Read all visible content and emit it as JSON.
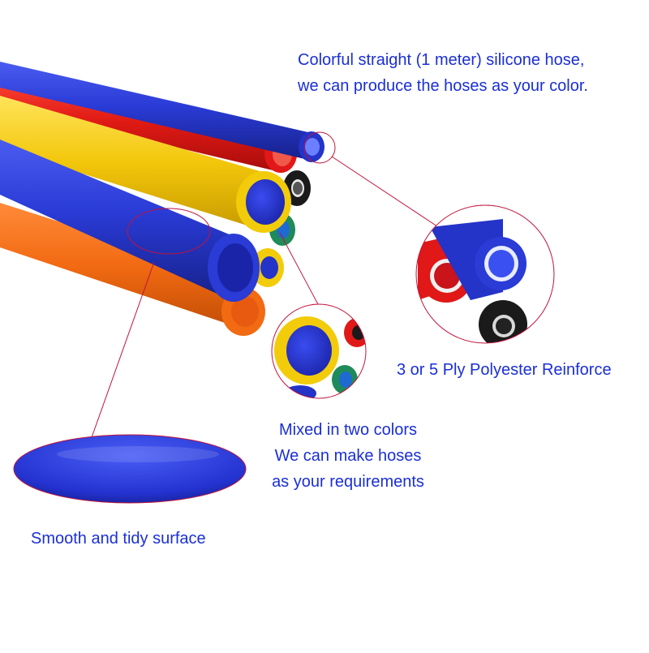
{
  "captions": {
    "top_line_1": "Colorful straight (1 meter) silicone hose,",
    "top_line_2": "we can produce the hoses as your color.",
    "ply": "3 or 5 Ply Polyester Reinforce",
    "mixed_line_1": "Mixed in two colors",
    "mixed_line_2": "We can make hoses",
    "mixed_line_3": "as your requirements",
    "smooth": "Smooth and tidy surface"
  },
  "colors": {
    "caption_text": "#1a2fd6",
    "callout_line": "#c0143c",
    "hose_blue": "#2433c8",
    "hose_red": "#e01818",
    "hose_yellow": "#f2cc0a",
    "hose_black": "#1a1a1a",
    "hose_green": "#1f8a5a",
    "hose_orange": "#f26a12"
  }
}
